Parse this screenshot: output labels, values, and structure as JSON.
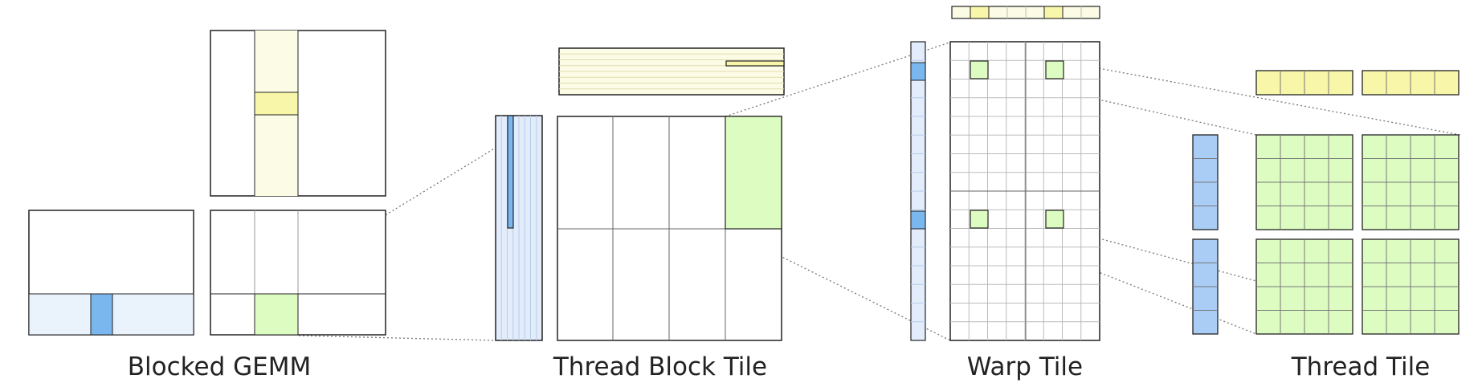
{
  "labels": {
    "blocked_gemm": "Blocked GEMM",
    "thread_block_tile": "Thread Block Tile",
    "warp_tile": "Warp Tile",
    "thread_tile": "Thread Tile"
  },
  "colors": {
    "a_fill": "#e2ecfb",
    "a_highlight": "#7ab7ee",
    "a_light_bg": "#eaf2fc",
    "b_fill": "#fcfce6",
    "b_highlight": "#f8f6a8",
    "c_highlight": "#ddfcc1",
    "border": "#222222",
    "inner_line": "#999999",
    "dotted": "#777777"
  }
}
